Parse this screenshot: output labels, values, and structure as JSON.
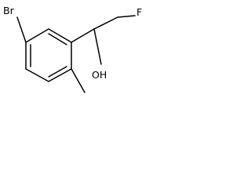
{
  "molecule": {
    "atoms": {
      "bromine": "Br",
      "fluorine": "F",
      "hydroxyl": "OH"
    }
  }
}
